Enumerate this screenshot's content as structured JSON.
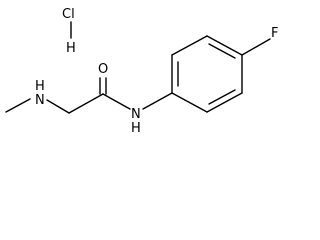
{
  "molecule": {
    "hydrochloride": {
      "cl": "Cl",
      "h": "H"
    },
    "atoms": {
      "amine_n": "N",
      "amine_h": "H",
      "carbonyl_o": "O",
      "amide_n": "N",
      "amide_h": "H",
      "fluorine": "F"
    }
  }
}
